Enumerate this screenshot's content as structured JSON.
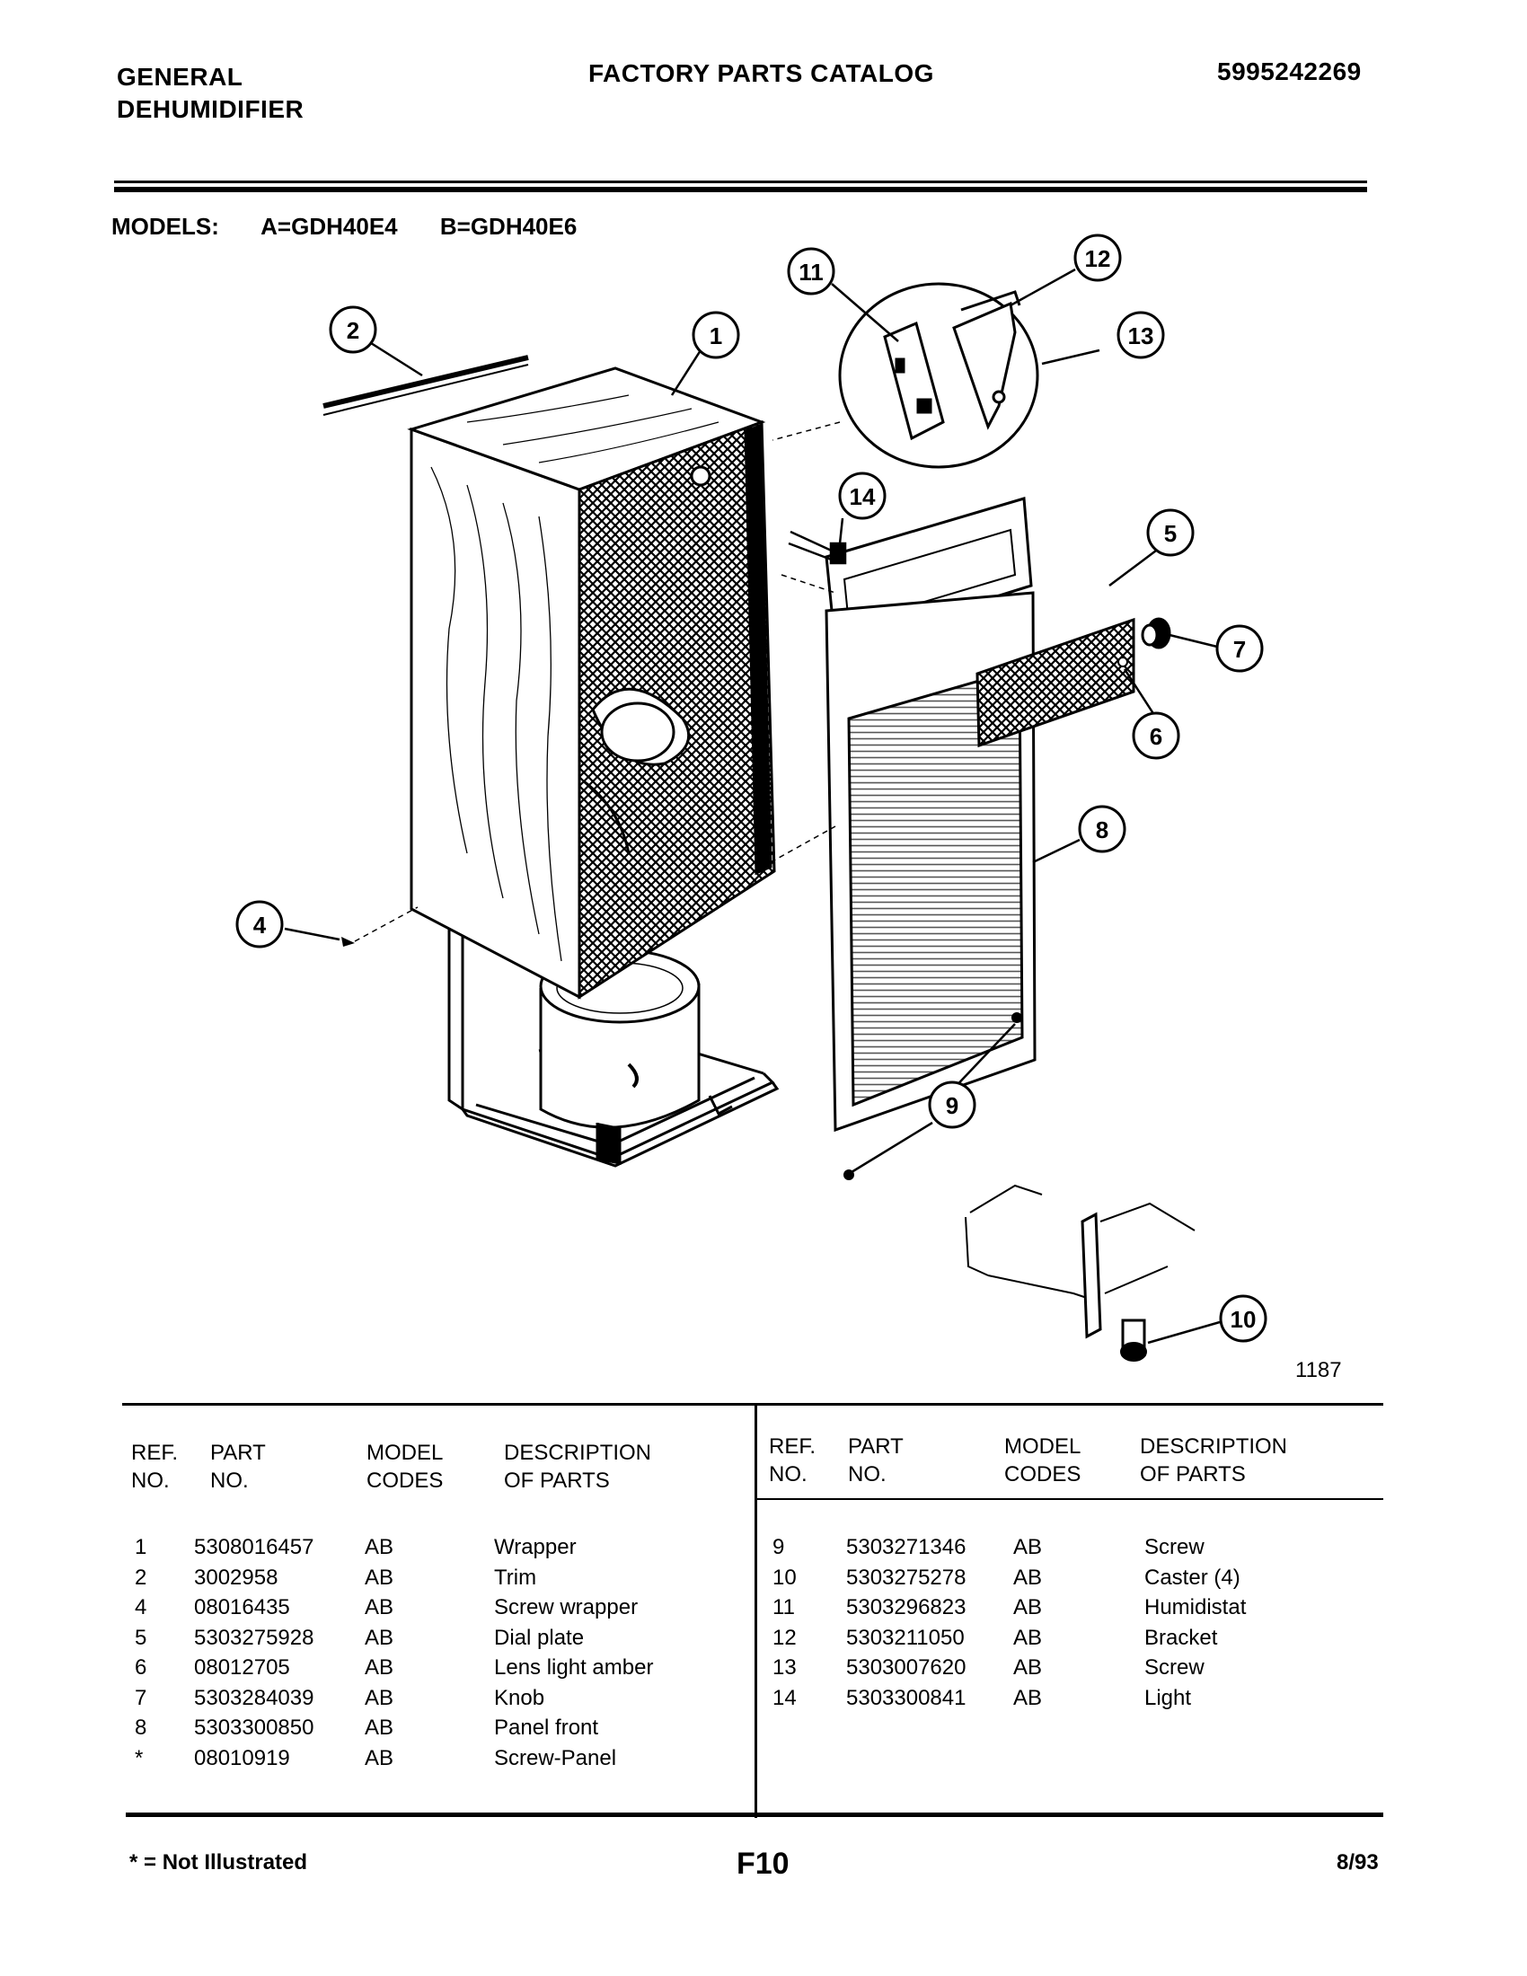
{
  "header": {
    "brand_line1": "GENERAL",
    "brand_line2": "DEHUMIDIFIER",
    "catalog_title": "FACTORY PARTS CATALOG",
    "doc_number": "5995242269"
  },
  "models": {
    "label": "MODELS:",
    "a": "A=GDH40E4",
    "b": "B=GDH40E6"
  },
  "diagram": {
    "figure_code": "1187",
    "callouts": [
      "1",
      "2",
      "4",
      "5",
      "6",
      "7",
      "8",
      "9",
      "10",
      "11",
      "12",
      "13",
      "14"
    ]
  },
  "table": {
    "headers": {
      "ref_1": "REF.",
      "ref_2": "NO.",
      "part_1": "PART",
      "part_2": "NO.",
      "model_1": "MODEL",
      "model_2": "CODES",
      "desc_1": "DESCRIPTION",
      "desc_2": "OF PARTS"
    },
    "left_rows": [
      {
        "ref": "1",
        "part": "5308016457",
        "codes": "AB",
        "desc": "Wrapper"
      },
      {
        "ref": "2",
        "part": "3002958",
        "codes": "AB",
        "desc": "Trim"
      },
      {
        "ref": "4",
        "part": "08016435",
        "codes": "AB",
        "desc": "Screw wrapper"
      },
      {
        "ref": "5",
        "part": "5303275928",
        "codes": "AB",
        "desc": "Dial plate"
      },
      {
        "ref": "6",
        "part": "08012705",
        "codes": "AB",
        "desc": "Lens light amber"
      },
      {
        "ref": "7",
        "part": "5303284039",
        "codes": "AB",
        "desc": "Knob"
      },
      {
        "ref": "8",
        "part": "5303300850",
        "codes": "AB",
        "desc": "Panel front"
      },
      {
        "ref": "*",
        "part": "08010919",
        "codes": "AB",
        "desc": "Screw-Panel"
      }
    ],
    "right_rows": [
      {
        "ref": "9",
        "part": "5303271346",
        "codes": "AB",
        "desc": "Screw"
      },
      {
        "ref": "10",
        "part": "5303275278",
        "codes": "AB",
        "desc": "Caster (4)"
      },
      {
        "ref": "11",
        "part": "5303296823",
        "codes": "AB",
        "desc": "Humidistat"
      },
      {
        "ref": "12",
        "part": "5303211050",
        "codes": "AB",
        "desc": "Bracket"
      },
      {
        "ref": "13",
        "part": "5303007620",
        "codes": "AB",
        "desc": "Screw"
      },
      {
        "ref": "14",
        "part": "5303300841",
        "codes": "AB",
        "desc": "Light"
      }
    ]
  },
  "footer": {
    "note": "* = Not Illustrated",
    "page": "F10",
    "date": "8/93"
  }
}
